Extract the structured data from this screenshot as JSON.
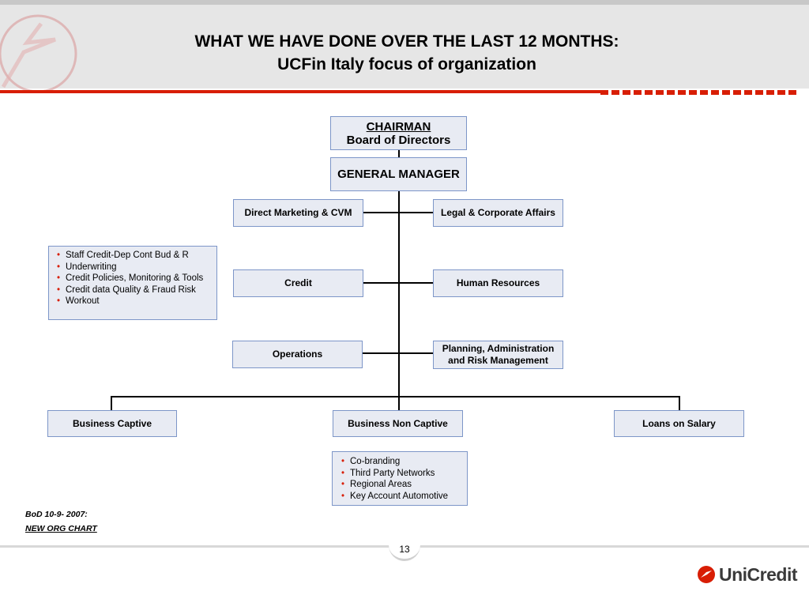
{
  "title": {
    "line1": "WHAT WE HAVE DONE OVER THE LAST 12 MONTHS:",
    "line2": "UCFin Italy focus of organization"
  },
  "chart": {
    "chairman": {
      "title": "CHAIRMAN",
      "subtitle": "Board of Directors"
    },
    "general_manager": "GENERAL MANAGER",
    "direct_marketing": "Direct Marketing & CVM",
    "legal": "Legal & Corporate Affairs",
    "credit": "Credit",
    "human_resources": "Human Resources",
    "operations": "Operations",
    "planning_line1": "Planning, Administration",
    "planning_line2": "and Risk Management",
    "business_captive": "Business Captive",
    "business_non_captive": "Business Non Captive",
    "loans_on_salary": "Loans on Salary"
  },
  "credit_details": [
    "Staff Credit-Dep Cont Bud & R",
    "Underwriting",
    "Credit Policies, Monitoring & Tools",
    "Credit data Quality & Fraud Risk",
    "Workout"
  ],
  "non_captive_details": [
    "Co-branding",
    "Third Party Networks",
    "Regional Areas",
    "Key Account Automotive"
  ],
  "notes": {
    "bod": "BoD 10-9- 2007:",
    "new_org": "NEW ORG CHART"
  },
  "page_number": "13",
  "logo": {
    "text": "UniCredit",
    "color": "#d81e05"
  },
  "colors": {
    "accent": "#d81e05",
    "box_fill": "#e8ebf3",
    "box_border": "#7d96c8"
  }
}
